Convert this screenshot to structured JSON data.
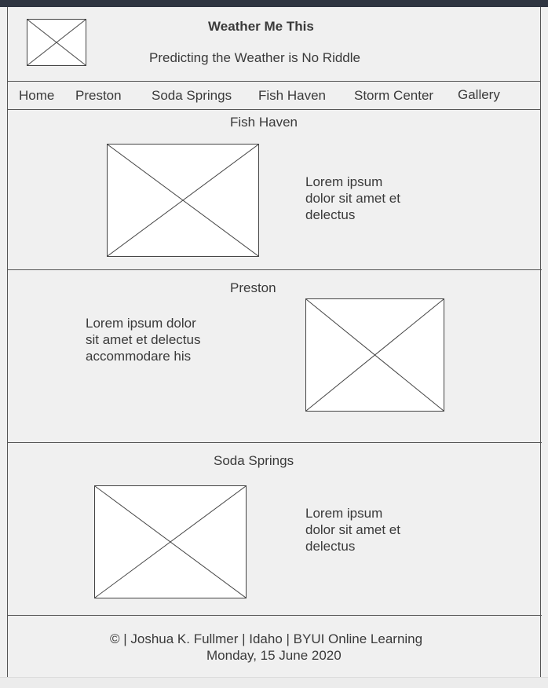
{
  "header": {
    "title": "Weather Me This",
    "subtitle": "Predicting the Weather is No Riddle"
  },
  "nav": {
    "items": [
      {
        "label": "Home"
      },
      {
        "label": "Preston"
      },
      {
        "label": "Soda Springs"
      },
      {
        "label": "Fish Haven"
      },
      {
        "label": "Storm Center"
      },
      {
        "label": "Gallery"
      }
    ]
  },
  "sections": [
    {
      "title": "Fish Haven",
      "text": "Lorem ipsum\ndolor sit amet et\ndelectus"
    },
    {
      "title": "Preston",
      "text": "Lorem ipsum dolor\nsit amet et delectus\naccommodare his"
    },
    {
      "title": "Soda Springs",
      "text": "Lorem ipsum\ndolor sit amet et\ndelectus"
    }
  ],
  "footer": {
    "line1": "© | Joshua K. Fullmer | Idaho | BYUI Online Learning",
    "line2": "Monday, 15 June 2020"
  }
}
